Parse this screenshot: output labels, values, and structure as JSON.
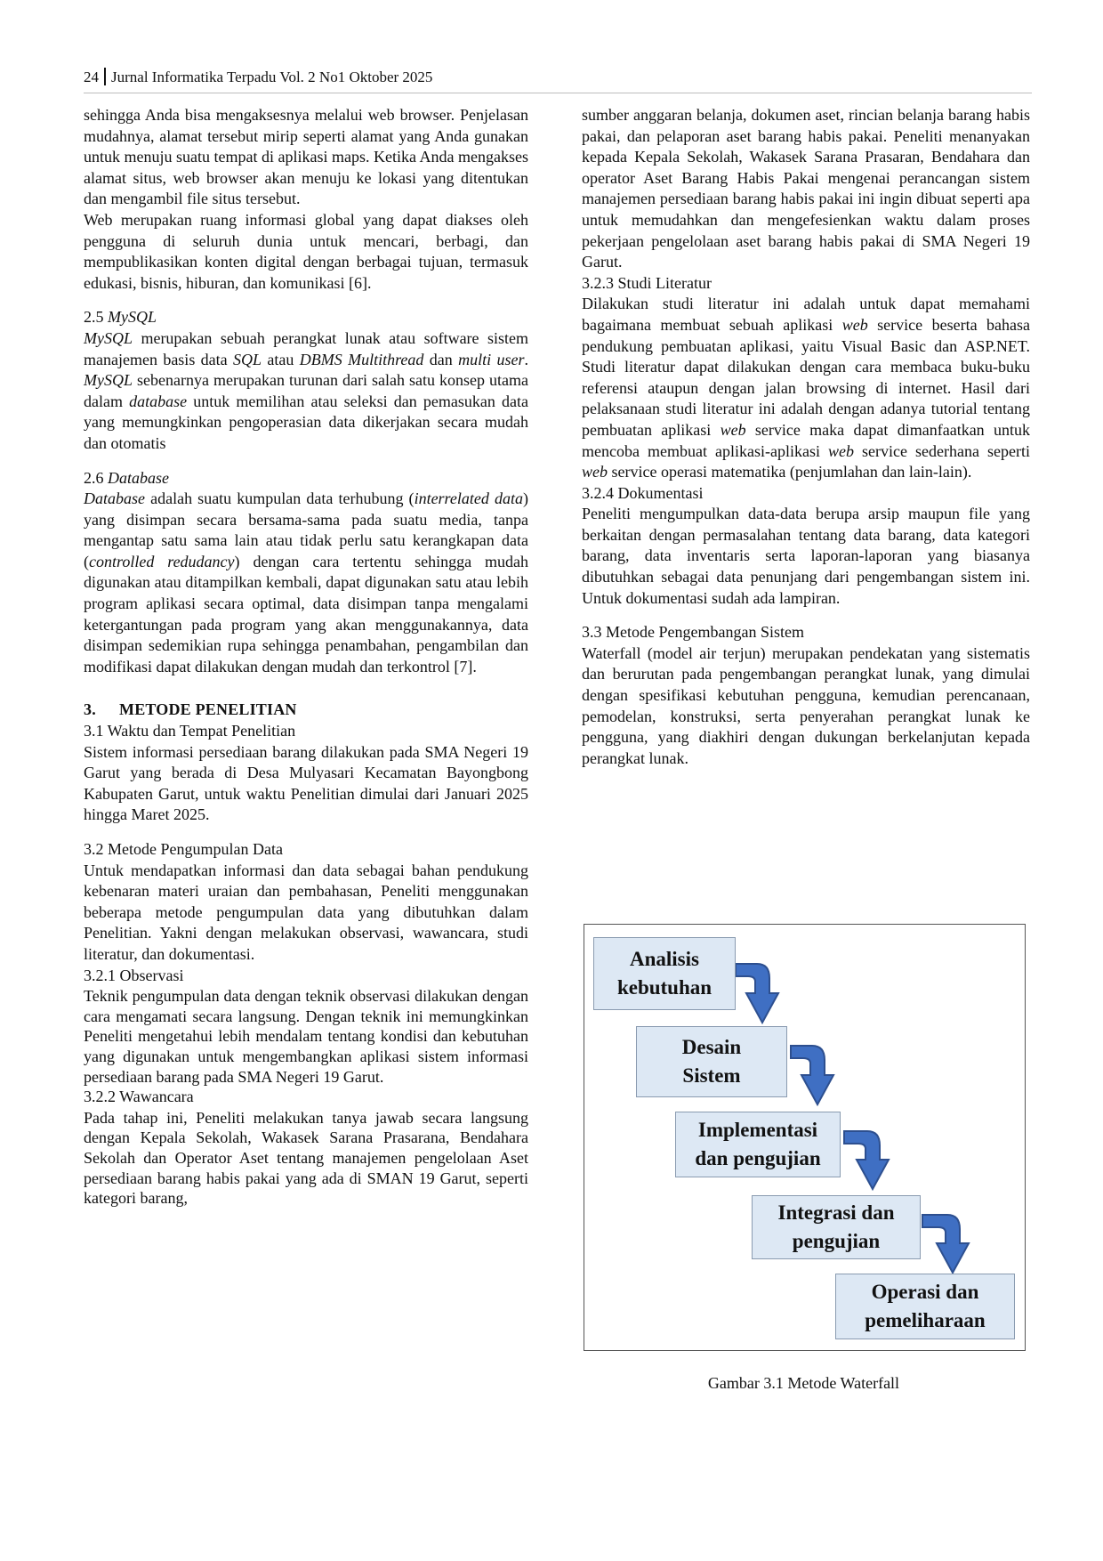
{
  "header": {
    "page_number": "24",
    "journal": "Jurnal Informatika Terpadu Vol. 2 No1  Oktober  2025"
  },
  "left": {
    "p1": "sehingga Anda bisa mengaksesnya melalui web browser. Penjelasan mudahnya, alamat tersebut mirip seperti alamat yang Anda gunakan untuk menuju suatu tempat di aplikasi maps. Ketika Anda mengakses alamat situs, web browser akan menuju ke lokasi yang ditentukan dan mengambil file situs tersebut.",
    "p2": "Web merupakan ruang informasi global yang dapat diakses oleh pengguna di seluruh dunia untuk mencari, berbagi, dan mempublikasikan konten digital dengan berbagai tujuan, termasuk edukasi, bisnis, hiburan, dan komunikasi [6].",
    "s25_num": "2.5 ",
    "s25_title": "MySQL",
    "s25": {
      "a": "MySQL",
      "b": " merupakan sebuah perangkat lunak atau software sistem manajemen basis data ",
      "c": "SQL",
      "d": " atau ",
      "e": "DBMS Multithread",
      "f": " dan ",
      "g": "multi user",
      "h": ". ",
      "i": "MySQL",
      "j": " sebenarnya merupakan turunan dari salah satu konsep utama dalam ",
      "k": "database",
      "l": " untuk memilihan atau seleksi dan pemasukan data yang memungkinkan pengoperasian data dikerjakan secara mudah dan otomatis"
    },
    "s26_num": "2.6 ",
    "s26_title": "Database",
    "s26": {
      "a": "Database",
      "b": " adalah suatu kumpulan data terhubung (",
      "c": "interrelated data",
      "d": ") yang disimpan secara bersama-sama pada suatu media, tanpa mengantap satu sama lain atau tidak perlu satu kerangkapan data (",
      "e": "controlled redudancy",
      "f": ") dengan cara tertentu sehingga mudah digunakan atau ditampilkan kembali, dapat digunakan satu atau lebih program aplikasi secara optimal, data disimpan tanpa mengalami ketergantungan pada program yang akan menggunakannya, data disimpan sedemikian rupa sehingga penambahan, pengambilan dan modifikasi dapat dilakukan dengan mudah dan terkontrol [7]."
    },
    "s3_num": "3.",
    "s3_title": "METODE PENELITIAN",
    "s31_title": "3.1 Waktu dan Tempat Penelitian",
    "s31": "Sistem informasi persediaan barang dilakukan pada SMA Negeri 19 Garut yang berada di Desa Mulyasari Kecamatan Bayongbong Kabupaten Garut, untuk waktu Penelitian dimulai dari Januari 2025 hingga Maret 2025.",
    "s32_title": "3.2 Metode Pengumpulan Data",
    "s32": "Untuk mendapatkan informasi dan data sebagai bahan pendukung kebenaran materi uraian dan pembahasan, Peneliti menggunakan beberapa metode pengumpulan data yang dibutuhkan dalam Penelitian. Yakni dengan melakukan observasi, wawancara, studi literatur, dan dokumentasi.",
    "s321_title": "3.2.1 Observasi",
    "s321": "Teknik pengumpulan data dengan teknik observasi dilakukan dengan cara mengamati secara langsung. Dengan teknik ini memungkinkan Peneliti mengetahui lebih mendalam tentang kondisi dan kebutuhan yang digunakan untuk mengembangkan aplikasi sistem informasi persediaan barang pada SMA Negeri 19 Garut.",
    "s322_title": "3.2.2 Wawancara",
    "s322": "Pada tahap ini, Peneliti melakukan tanya jawab secara langsung dengan Kepala Sekolah, Wakasek Sarana Prasarana, Bendahara Sekolah dan Operator Aset tentang manajemen pengelolaan Aset persediaan barang habis pakai yang ada di SMAN 19 Garut, seperti kategori barang,"
  },
  "right": {
    "p1": "sumber anggaran belanja, dokumen aset, rincian belanja barang habis pakai, dan pelaporan aset barang habis pakai. Peneliti menanyakan kepada Kepala Sekolah, Wakasek Sarana Prasaran, Bendahara dan operator Aset Barang Habis Pakai mengenai perancangan sistem manajemen persediaan barang habis pakai ini ingin dibuat seperti apa untuk memudahkan dan mengefesienkan waktu dalam proses pekerjaan pengelolaan aset barang habis pakai di SMA Negeri 19 Garut.",
    "s323_title": "3.2.3 Studi Literatur",
    "s323": {
      "a": "Dilakukan studi literatur ini adalah untuk dapat memahami bagaimana membuat sebuah aplikasi ",
      "b": "web",
      "c": " service beserta bahasa pendukung pembuatan aplikasi, yaitu Visual Basic dan ASP.NET. Studi literatur dapat dilakukan dengan cara membaca buku-buku referensi ataupun dengan jalan browsing di internet. Hasil dari pelaksanaan studi literatur ini adalah dengan adanya tutorial tentang pembuatan aplikasi ",
      "d": "web",
      "e": " service maka dapat dimanfaatkan untuk mencoba membuat aplikasi-aplikasi ",
      "f": "web",
      "g": " service sederhana seperti ",
      "h": "web",
      "i": " service operasi matematika (penjumlahan dan lain-lain)."
    },
    "s324_title": "3.2.4 Dokumentasi",
    "s324": "Peneliti mengumpulkan data-data berupa arsip maupun file yang berkaitan dengan permasalahan tentang data barang, data kategori barang, data inventaris serta laporan-laporan yang biasanya dibutuhkan sebagai data penunjang dari pengembangan sistem ini. Untuk dokumentasi sudah ada lampiran.",
    "s33_title": "3.3 Metode Pengembangan Sistem",
    "s33": "Waterfall (model air terjun) merupakan pendekatan yang sistematis dan berurutan pada pengembangan perangkat lunak, yang dimulai dengan spesifikasi kebutuhan pengguna, kemudian perencanaan, pemodelan, konstruksi, serta penyerahan perangkat lunak ke pengguna, yang diakhiri dengan dukungan berkelanjutan kepada perangkat lunak."
  },
  "figure": {
    "boxes": [
      {
        "l1": "Analisis",
        "l2": "kebutuhan"
      },
      {
        "l1": "Desain",
        "l2": "Sistem"
      },
      {
        "l1": "Implementasi",
        "l2": "dan pengujian"
      },
      {
        "l1": "Integrasi dan",
        "l2": "pengujian"
      },
      {
        "l1": "Operasi dan",
        "l2": "pemeliharaan"
      }
    ],
    "caption": "Gambar 3.1 Metode Waterfall",
    "box_fill": "#dde8f4",
    "arrow_color": "#3f6fc3"
  }
}
